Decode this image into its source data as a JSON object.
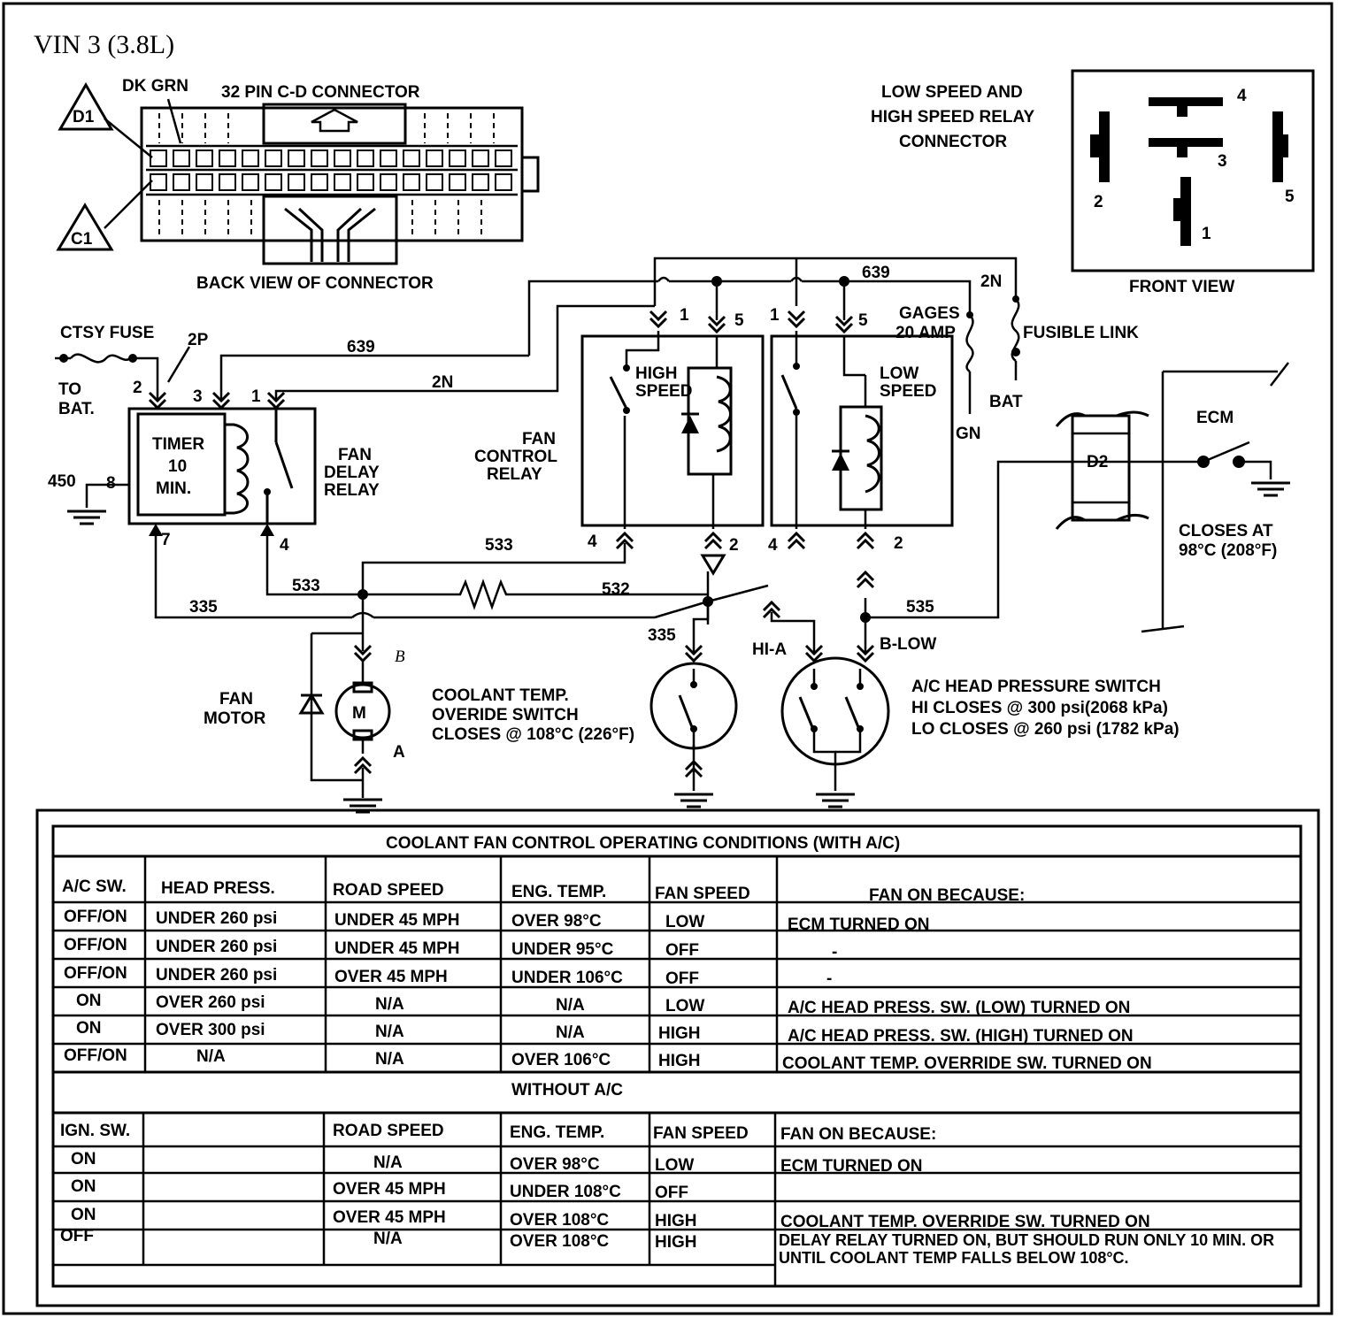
{
  "page": {
    "title": "VIN 3 (3.8L)"
  },
  "connector_c_d": {
    "title": "32 PIN C-D  CONNECTOR",
    "wire_color": "DK GRN",
    "caption": "BACK VIEW OF CONNECTOR",
    "pins": [
      "D1",
      "C1"
    ]
  },
  "relay_connector": {
    "title_lines": [
      "LOW SPEED AND",
      "HIGH SPEED RELAY",
      "CONNECTOR"
    ],
    "caption": "FRONT  VIEW",
    "pins": [
      "1",
      "2",
      "3",
      "4",
      "5"
    ]
  },
  "fan_delay_relay": {
    "name_lines": [
      "FAN",
      "DELAY",
      "RELAY"
    ],
    "timer_lines": [
      "TIMER",
      "10",
      "MIN."
    ],
    "pins": [
      "1",
      "2",
      "3",
      "4",
      "7",
      "8"
    ]
  },
  "fan_control_relay": {
    "name_lines": [
      "FAN",
      "CONTROL",
      "RELAY"
    ],
    "high_label": [
      "HIGH",
      "SPEED"
    ],
    "low_label": [
      "LOW",
      "SPEED"
    ],
    "pins": [
      "1",
      "5",
      "4",
      "2"
    ]
  },
  "power": {
    "ctsy_fuse": "CTSY FUSE",
    "to_bat": [
      "TO",
      "BAT."
    ],
    "gages": [
      "GAGES",
      "20 AMP"
    ],
    "fusible_link": "FUSIBLE LINK",
    "bat": "BAT",
    "gn": "GN"
  },
  "wires": [
    "2P",
    "639",
    "2N",
    "450",
    "533",
    "532",
    "335",
    "535"
  ],
  "ecm": {
    "label": "ECM",
    "connector": "D2",
    "closes": [
      "CLOSES AT",
      "98°C (208°F)"
    ]
  },
  "motor": {
    "label": [
      "FAN",
      "MOTOR"
    ],
    "symbol": "M",
    "terminal_b": "B",
    "terminal_a": "A"
  },
  "coolant_switch": {
    "lines": [
      "COOLANT TEMP.",
      "OVERIDE SWITCH",
      "CLOSES @ 108°C (226°F)"
    ],
    "wire": "335"
  },
  "ac_switch": {
    "lines": [
      "A/C HEAD PRESSURE SWITCH",
      "HI CLOSES @ 300 psi(2068 kPa)",
      "LO CLOSES @ 260 psi  (1782 kPa)"
    ],
    "hi_label": "HI-A",
    "lo_label": "B-LOW"
  },
  "table_ac": {
    "title": "COOLANT FAN CONTROL OPERATING CONDITIONS (WITH A/C)",
    "headers": [
      "A/C SW.",
      "HEAD PRESS.",
      "ROAD SPEED",
      "ENG. TEMP.",
      "FAN SPEED",
      "FAN ON BECAUSE:"
    ],
    "rows": [
      [
        "OFF/ON",
        "UNDER 260 psi",
        "UNDER 45 MPH",
        "OVER 98°C",
        "LOW",
        "ECM TURNED ON"
      ],
      [
        "OFF/ON",
        "UNDER 260 psi",
        "UNDER 45 MPH",
        "UNDER 95°C",
        "OFF",
        "-"
      ],
      [
        "OFF/ON",
        "UNDER 260 psi",
        "OVER 45 MPH",
        "UNDER 106°C",
        "OFF",
        "-"
      ],
      [
        "ON",
        "OVER 260 psi",
        "N/A",
        "N/A",
        "LOW",
        "A/C HEAD PRESS. SW. (LOW) TURNED ON"
      ],
      [
        "ON",
        "OVER 300 psi",
        "N/A",
        "N/A",
        "HIGH",
        "A/C HEAD PRESS. SW. (HIGH) TURNED ON"
      ],
      [
        "OFF/ON",
        "N/A",
        "N/A",
        "OVER 106°C",
        "HIGH",
        "COOLANT TEMP. OVERRIDE  SW. TURNED ON"
      ]
    ]
  },
  "table_noac": {
    "title": "WITHOUT A/C",
    "headers": [
      "IGN. SW.",
      "",
      "ROAD SPEED",
      "ENG. TEMP.",
      "FAN SPEED",
      "FAN ON BECAUSE:"
    ],
    "rows": [
      [
        "ON",
        "",
        "N/A",
        "OVER 98°C",
        "LOW",
        "ECM TURNED ON"
      ],
      [
        "ON",
        "",
        "OVER 45 MPH",
        "UNDER 108°C",
        "OFF",
        ""
      ],
      [
        "ON",
        "",
        "OVER 45 MPH",
        "OVER 108°C",
        "HIGH",
        "COOLANT TEMP. OVERRIDE SW. TURNED ON"
      ],
      [
        "OFF",
        "",
        "N/A",
        "OVER 108°C",
        "HIGH",
        "DELAY RELAY TURNED ON, BUT SHOULD RUN ONLY 10 MIN. OR UNTIL COOLANT TEMP FALLS BELOW 108°C."
      ]
    ]
  }
}
